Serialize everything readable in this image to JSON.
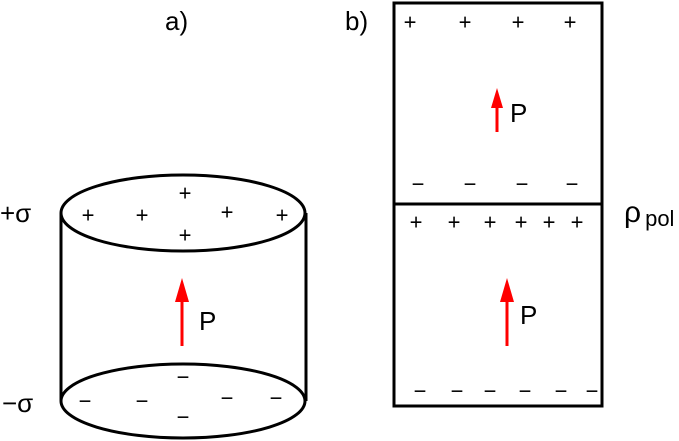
{
  "panel_a": {
    "label": "a)",
    "top_charge_label": "+σ",
    "bottom_charge_label": "−σ",
    "polarization_label": "P",
    "top_sign": "+",
    "bottom_sign": "−"
  },
  "panel_b": {
    "label": "b)",
    "interface_label": "ρ",
    "interface_subscript": "pol",
    "polarization_label_upper": "P",
    "polarization_label_lower": "P",
    "plus_sign": "+",
    "minus_sign": "−"
  },
  "colors": {
    "arrow": "#ff0000",
    "line": "#000000"
  }
}
